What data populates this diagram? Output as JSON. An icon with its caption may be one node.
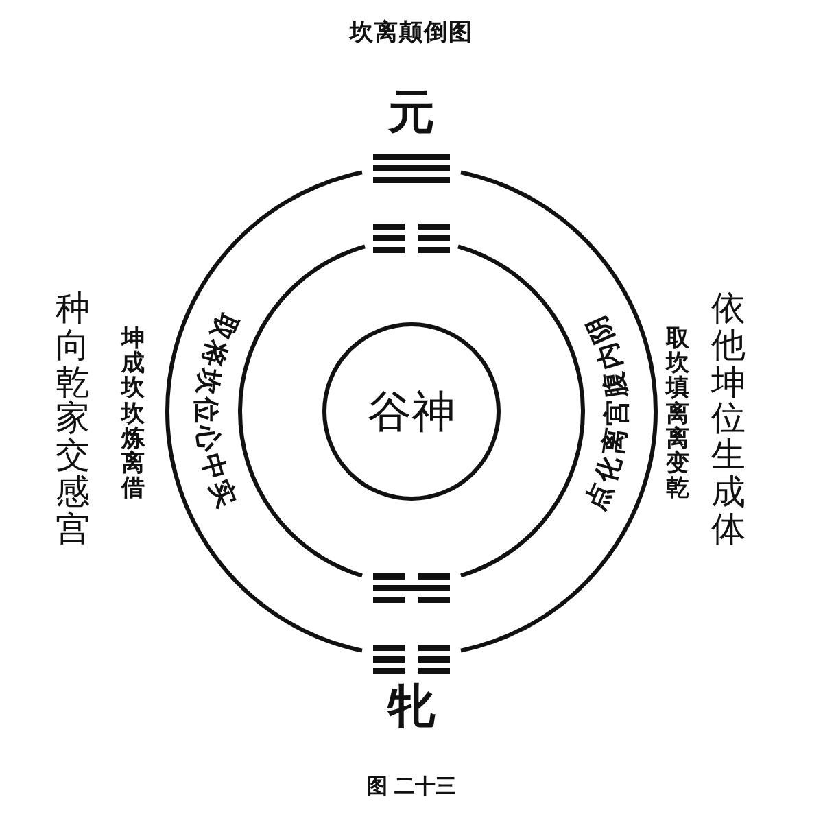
{
  "diagram": {
    "title": "坎离颠倒图",
    "nodes": [
      {
        "text": [],
        "shape": "circle"
      },
      {
        "text": [],
        "shape": "circle",
        "in": 0
      },
      {
        "text": [
          "谷神"
        ],
        "in": 1
      }
    ],
    "labels": [
      "元",
      "种向乾家交感宫",
      "坤成坎坎炼离借",
      "取将坎位心中实",
      "点化离宫腹内阴",
      "取坎填离离变乾",
      "依他坤位生成体",
      "牝"
    ],
    "caption": "图 二十三"
  }
}
